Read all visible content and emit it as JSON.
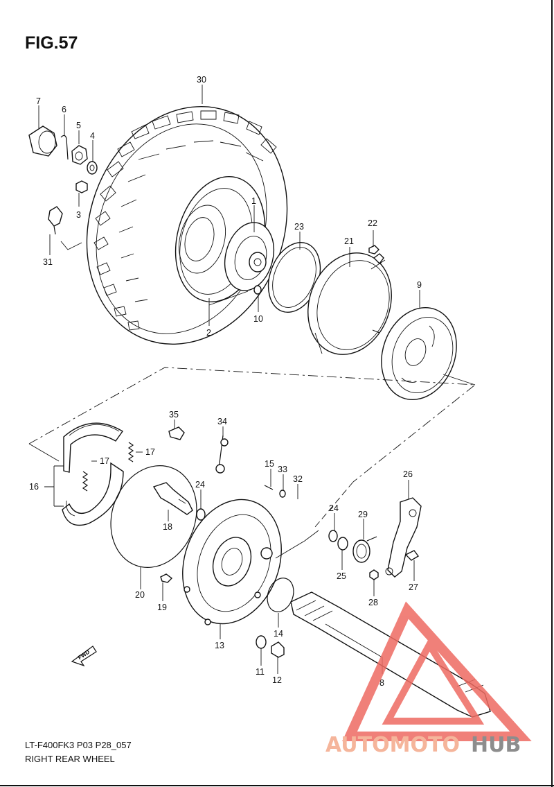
{
  "figure": {
    "title": "FIG.57",
    "code": "LT-F400FK3 P03 P28_057",
    "name": "RIGHT REAR WHEEL",
    "direction_label": "FWD"
  },
  "callouts": [
    {
      "id": "c30",
      "label": "30"
    },
    {
      "id": "c7",
      "label": "7"
    },
    {
      "id": "c6",
      "label": "6"
    },
    {
      "id": "c5",
      "label": "5"
    },
    {
      "id": "c4",
      "label": "4"
    },
    {
      "id": "c3",
      "label": "3"
    },
    {
      "id": "c31",
      "label": "31"
    },
    {
      "id": "c1",
      "label": "1"
    },
    {
      "id": "c2",
      "label": "2"
    },
    {
      "id": "c10",
      "label": "10"
    },
    {
      "id": "c23",
      "label": "23"
    },
    {
      "id": "c22",
      "label": "22"
    },
    {
      "id": "c21",
      "label": "21"
    },
    {
      "id": "c9",
      "label": "9"
    },
    {
      "id": "c35",
      "label": "35"
    },
    {
      "id": "c34",
      "label": "34"
    },
    {
      "id": "c17a",
      "label": "17"
    },
    {
      "id": "c17b",
      "label": "17"
    },
    {
      "id": "c16",
      "label": "16"
    },
    {
      "id": "c15",
      "label": "15"
    },
    {
      "id": "c33",
      "label": "33"
    },
    {
      "id": "c32",
      "label": "32"
    },
    {
      "id": "c26",
      "label": "26"
    },
    {
      "id": "c24a",
      "label": "24"
    },
    {
      "id": "c18",
      "label": "18"
    },
    {
      "id": "c24b",
      "label": "24"
    },
    {
      "id": "c29",
      "label": "29"
    },
    {
      "id": "c25",
      "label": "25"
    },
    {
      "id": "c27",
      "label": "27"
    },
    {
      "id": "c20",
      "label": "20"
    },
    {
      "id": "c19",
      "label": "19"
    },
    {
      "id": "c28",
      "label": "28"
    },
    {
      "id": "c14",
      "label": "14"
    },
    {
      "id": "c13",
      "label": "13"
    },
    {
      "id": "c11",
      "label": "11"
    },
    {
      "id": "c12",
      "label": "12"
    },
    {
      "id": "c8",
      "label": "8"
    }
  ],
  "watermark": {
    "part1": "AUTOMOTO",
    "part2": "HUB",
    "color1": "#f4a98a",
    "color2": "#7a7a7a",
    "triangle_color": "#ee6b62"
  }
}
